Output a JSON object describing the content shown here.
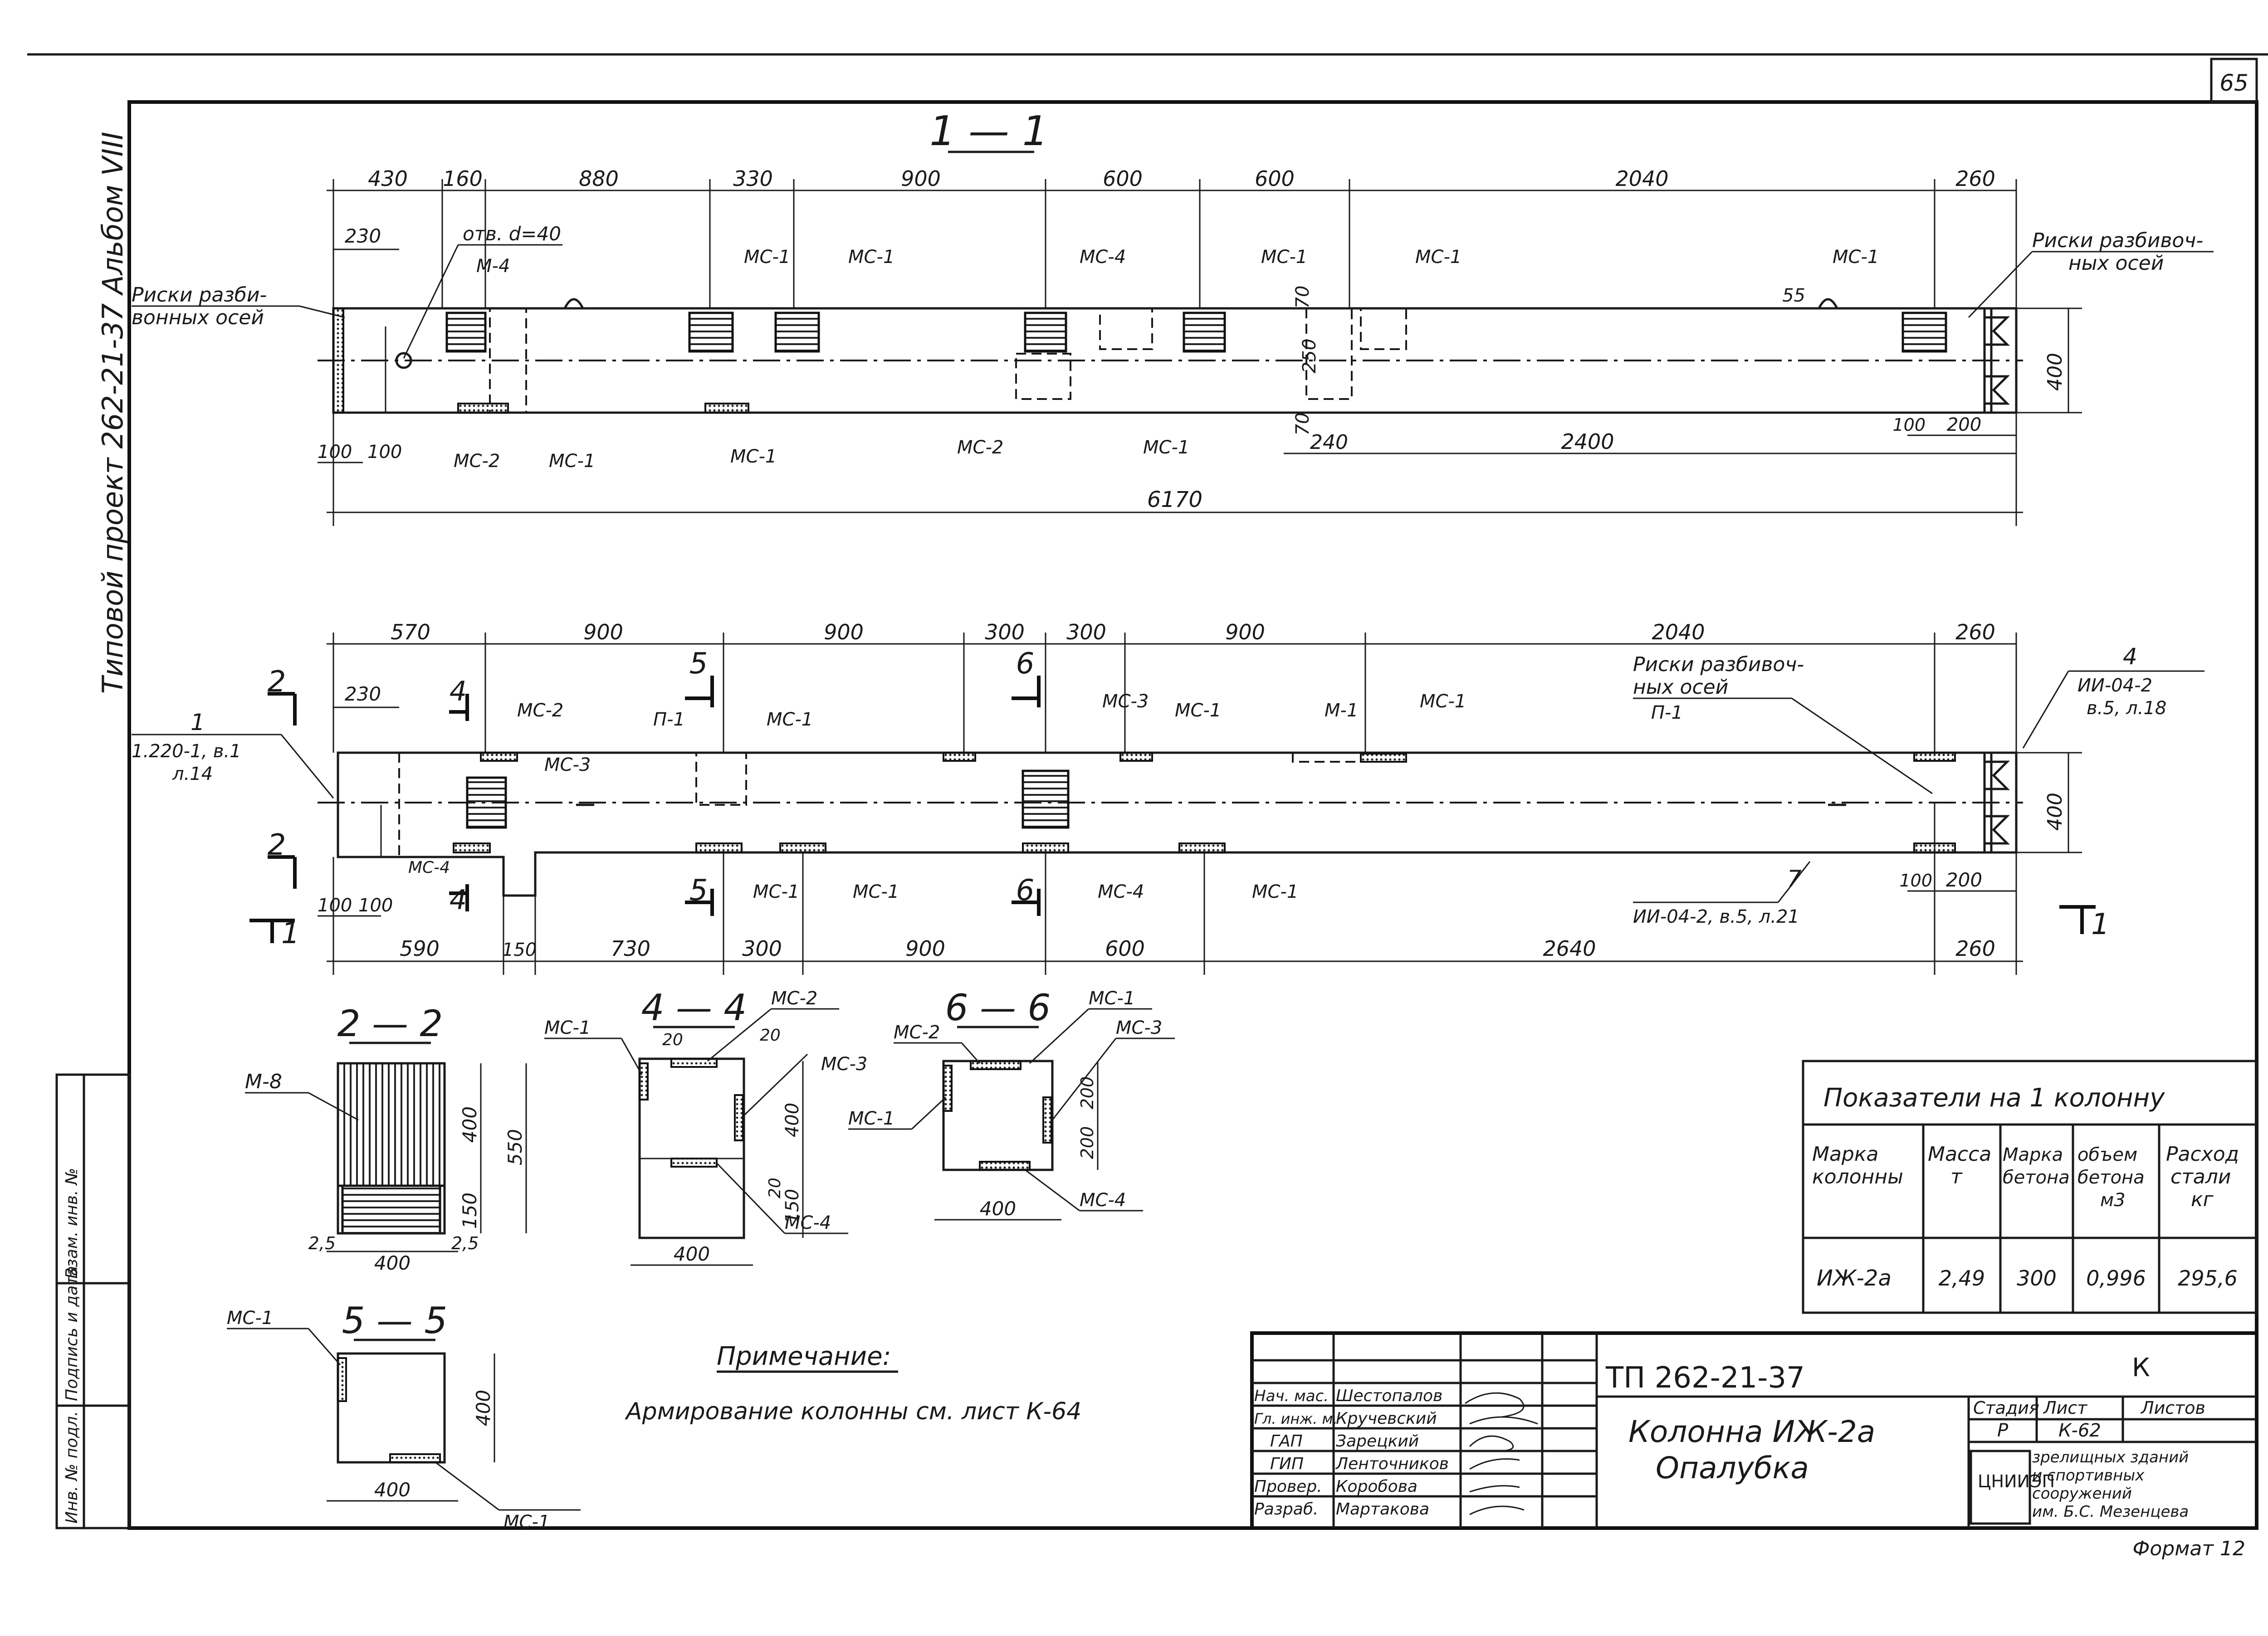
{
  "page_number": "65",
  "side_label": "Типовой проект 262-21-37  Альбом VIII",
  "section_1_1": {
    "title": "1 — 1",
    "top_dims": [
      "430",
      "160",
      "880",
      "330",
      "900",
      "600",
      "600",
      "2040",
      "260"
    ],
    "dim_230": "230",
    "dim_100a": "100",
    "dim_100b": "100",
    "dim_240": "240",
    "dim_2400": "2400",
    "dim_100c": "100",
    "dim_200": "200",
    "dim_total": "6170",
    "dim_400": "400",
    "dim_70a": "70",
    "dim_70b": "70",
    "dim_250": "250",
    "dim_55": "55",
    "hole": "отв. d=40",
    "risk_left_1": "Риски разби-",
    "risk_left_2": "вонных осей",
    "risk_right_1": "Риски разбивоч-",
    "risk_right_2": "ных осей",
    "labels": [
      "М-4",
      "МС-1",
      "МС-1",
      "МС-4",
      "МС-1",
      "МС-1",
      "МС-1",
      "МС-2",
      "МС-1",
      "МС-1",
      "МС-2",
      "МС-1"
    ]
  },
  "plan": {
    "top_dims": [
      "570",
      "900",
      "900",
      "300",
      "300",
      "900",
      "2040",
      "260"
    ],
    "dim_230": "230",
    "bottom_dims": [
      "590",
      "150",
      "730",
      "300",
      "900",
      "600",
      "2640",
      "260"
    ],
    "dim_100a": "100",
    "dim_100b": "100",
    "dim_100c": "100",
    "dim_200": "200",
    "dim_400": "400",
    "ref_left_num": "1",
    "ref_left_1": "1.220-1, в.1",
    "ref_left_2": "л.14",
    "ref_right_num": "4",
    "ref_right_1": "ИИ-04-2",
    "ref_right_2": "в.5, л.18",
    "ref_bottom_num": "7",
    "ref_bottom_1": "ИИ-04-2, в.5, л.21",
    "risk_1": "Риски разбивоч-",
    "risk_2": "ных осей",
    "cut_2": "2",
    "cut_4": "4",
    "cut_5": "5",
    "cut_6": "6",
    "cut_1": "1",
    "labels_top": [
      "МС-2",
      "МС-3",
      "П-1",
      "МС-1",
      "МС-3",
      "МС-1",
      "М-1",
      "МС-1",
      "П-1",
      "МС-4"
    ],
    "labels_bottom": [
      "МС-1",
      "МС-1",
      "МС-4",
      "МС-1"
    ]
  },
  "section_2_2": {
    "title": "2 — 2",
    "label": "М-8",
    "d400": "400",
    "d150": "150",
    "d550": "550",
    "d400b": "400",
    "d25a": "2,5",
    "d25b": "2,5"
  },
  "section_4_4": {
    "title": "4 — 4",
    "labels": [
      "МС-1",
      "МС-2",
      "МС-3",
      "МС-4"
    ],
    "d20a": "20",
    "d20b": "20",
    "d20c": "20",
    "d400": "400",
    "d150": "150",
    "d400b": "400"
  },
  "section_6_6": {
    "title": "6 — 6",
    "labels": [
      "МС-2",
      "МС-1",
      "МС-3",
      "МС-1",
      "МС-4"
    ],
    "d200a": "200",
    "d200b": "200",
    "d400": "400"
  },
  "section_5_5": {
    "title": "5 — 5",
    "label_top": "МС-1",
    "label_bottom": "МС-1",
    "d400": "400",
    "d400b": "400"
  },
  "note": {
    "title": "Примечание:",
    "text": "Армирование колонны см. лист К-64"
  },
  "indicators": {
    "title": "Показатели на 1 колонну",
    "headers": [
      [
        "Марка",
        "колонны"
      ],
      [
        "Масса",
        "т"
      ],
      [
        "Марка",
        "бетона"
      ],
      [
        "объем",
        "бетона",
        "м3"
      ],
      [
        "Расход",
        "стали",
        "кг"
      ]
    ],
    "row": [
      "ИЖ-2а",
      "2,49",
      "300",
      "0,996",
      "295,6"
    ]
  },
  "stamp": {
    "code": "ТП 262-21-37",
    "sheet_letter": "К",
    "title_1": "Колонна ИЖ-2а",
    "title_2": "Опалубка",
    "roles": [
      [
        "Нач. мас.",
        "Шестопалов"
      ],
      [
        "Гл. инж. м.",
        "Кручевский"
      ],
      [
        "ГАП",
        "Зарецкий"
      ],
      [
        "ГИП",
        "Ленточников"
      ],
      [
        "Провер.",
        "Коробова"
      ],
      [
        "Разраб.",
        "Мартакова"
      ]
    ],
    "stage_h": "Стадия",
    "sheet_h": "Лист",
    "sheets_h": "Листов",
    "stage": "Р",
    "sheet": "К-62",
    "org_logo": "ЦНИИЭП",
    "org_1": "зрелищных зданий",
    "org_2": "и спортивных",
    "org_3": "сооружений",
    "org_4": "им. Б.С. Мезенцева",
    "format": "Формат 12"
  },
  "left_stamp": [
    "Инв. № подл.",
    "Подпись и дата",
    "Взам. инв. №"
  ]
}
